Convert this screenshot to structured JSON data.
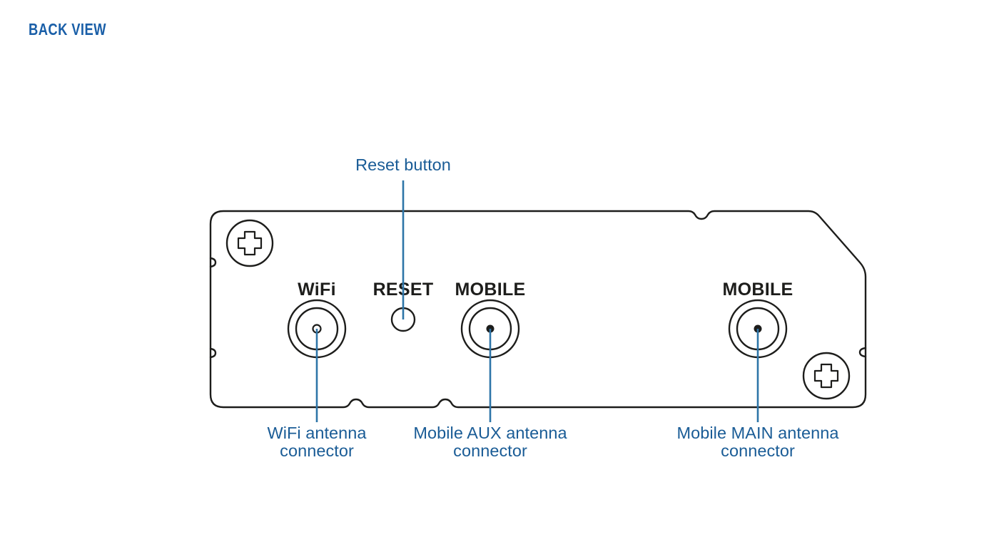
{
  "section": {
    "title": "BACK VIEW",
    "title_color": "#1a5fa8"
  },
  "theme": {
    "callout_color": "#1a5c96",
    "leader_color": "#2e75a8",
    "outline_color": "#1d1d1b",
    "background": "#ffffff"
  },
  "device": {
    "view": "back",
    "panel_labels": [
      {
        "key": "wifi",
        "text": "WiFi"
      },
      {
        "key": "reset",
        "text": "RESET"
      },
      {
        "key": "mobile_aux",
        "text": "MOBILE"
      },
      {
        "key": "mobile_main",
        "text": "MOBILE"
      }
    ]
  },
  "callouts": {
    "reset_button": {
      "label": "Reset button",
      "line1": "Reset button",
      "line2": ""
    },
    "wifi_antenna": {
      "label": "WiFi antenna connector",
      "line1": "WiFi antenna",
      "line2": "connector"
    },
    "mobile_aux_antenna": {
      "label": "Mobile AUX antenna connector",
      "line1": "Mobile AUX antenna",
      "line2": "connector"
    },
    "mobile_main_antenna": {
      "label": "Mobile MAIN antenna connector",
      "line1": "Mobile MAIN antenna",
      "line2": "connector"
    }
  }
}
